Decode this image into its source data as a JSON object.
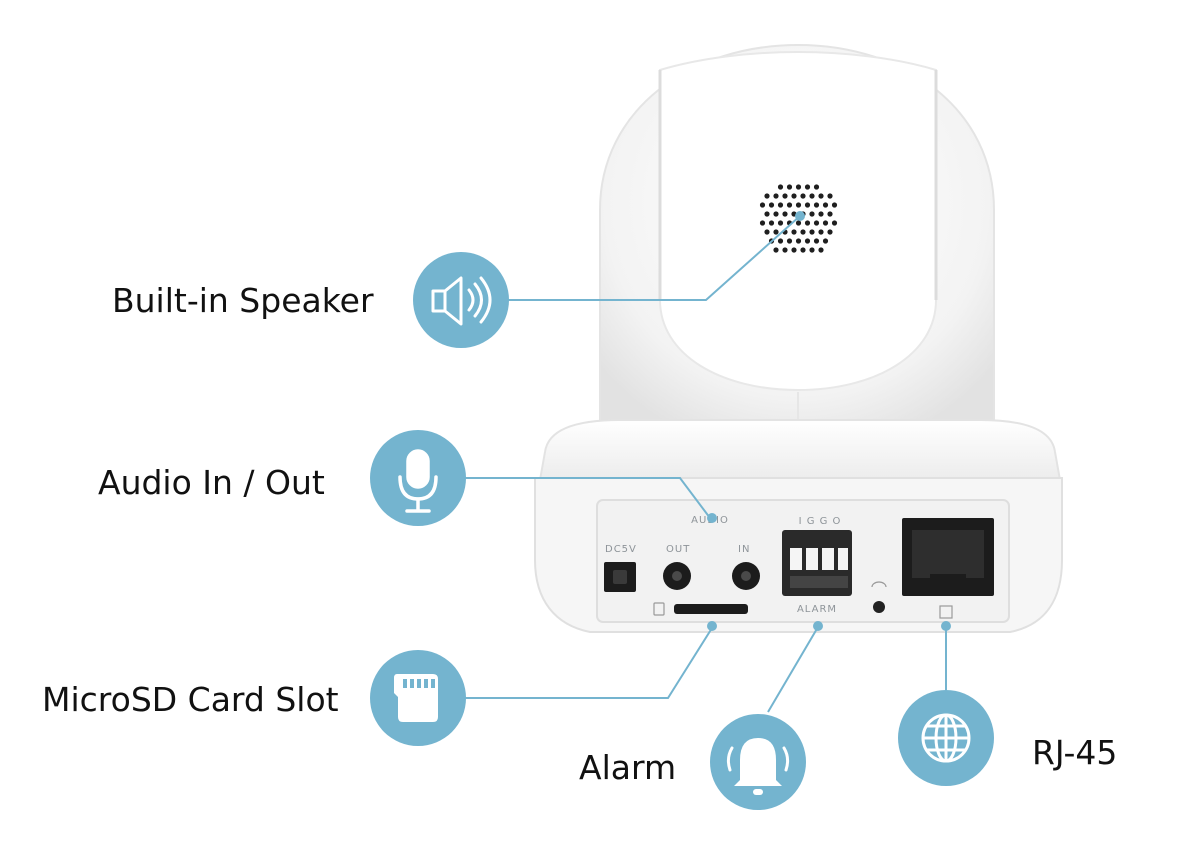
{
  "labels": {
    "speaker": "Built-in Speaker",
    "audio": "Audio In / Out",
    "microsd": "MicroSD Card Slot",
    "alarm": "Alarm",
    "rj45": "RJ-45"
  },
  "port_labels": {
    "dc": "DC5V",
    "audio": "AUDIO",
    "out": "OUT",
    "in": "IN",
    "alarm": "ALARM",
    "terminals": "I G G O"
  },
  "icons": {
    "speaker": "speaker-icon",
    "microphone": "microphone-icon",
    "microsd": "microsd-card-icon",
    "alarm": "alarm-bell-icon",
    "rj45": "globe-icon"
  },
  "colors": {
    "accent": "#74b4cf",
    "leader_line": "#74b4cf",
    "icon_glyph": "#ffffff",
    "label_text": "#111111",
    "body": "#f4f4f4",
    "port": "#1c1c1c"
  }
}
